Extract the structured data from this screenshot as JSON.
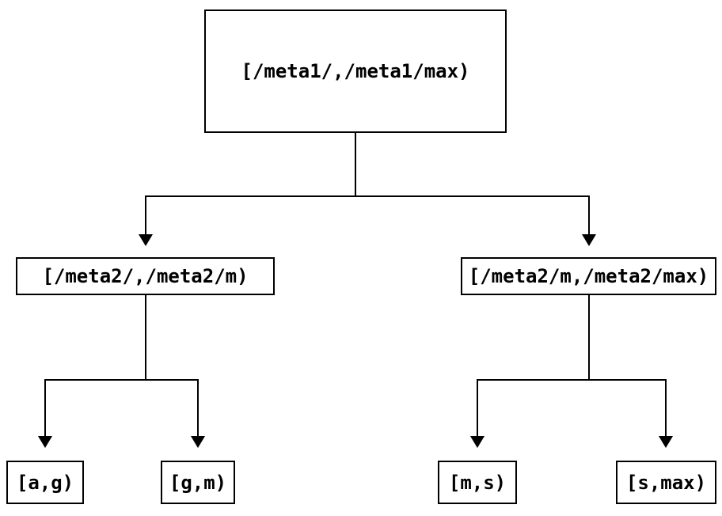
{
  "diagram": {
    "title": "meta range key-addressing tree",
    "type": "tree",
    "background_color": "#ffffff",
    "line_color": "#000000",
    "text_color": "#000000",
    "nodes": {
      "root": {
        "id": "meta1",
        "label": "[/meta1/,/meta1/max)"
      },
      "meta2_left": {
        "id": "meta2-low",
        "label": "[/meta2/,/meta2/m)"
      },
      "meta2_right": {
        "id": "meta2-high",
        "label": "[/meta2/m,/meta2/max)"
      },
      "leaf_ag": {
        "id": "range-ag",
        "label": "[a,g)"
      },
      "leaf_gm": {
        "id": "range-gm",
        "label": "[g,m)"
      },
      "leaf_ms": {
        "id": "range-ms",
        "label": "[m,s)"
      },
      "leaf_smax": {
        "id": "range-smax",
        "label": "[s,max)"
      }
    },
    "edges": [
      {
        "from": "meta1",
        "to": "meta2-low"
      },
      {
        "from": "meta1",
        "to": "meta2-high"
      },
      {
        "from": "meta2-low",
        "to": "range-ag"
      },
      {
        "from": "meta2-low",
        "to": "range-gm"
      },
      {
        "from": "meta2-high",
        "to": "range-ms"
      },
      {
        "from": "meta2-high",
        "to": "range-smax"
      }
    ]
  }
}
